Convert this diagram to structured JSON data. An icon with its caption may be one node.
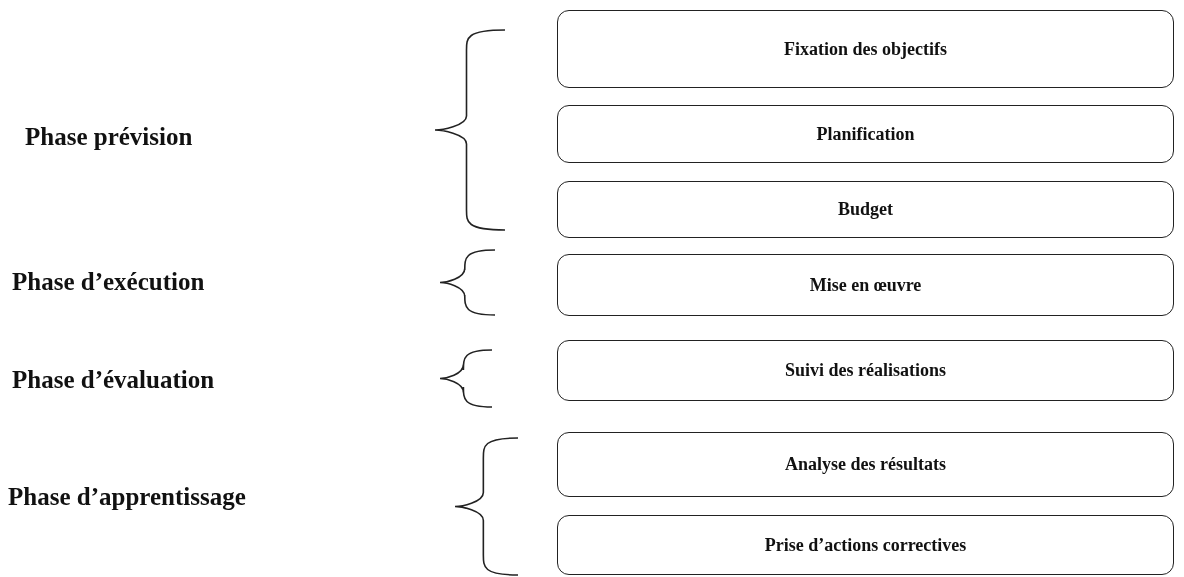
{
  "diagram": {
    "nodes": [
      {
        "text": [
          "Fixation des objectifs"
        ]
      },
      {
        "text": [
          "Planification"
        ]
      },
      {
        "text": [
          "Budget"
        ]
      },
      {
        "text": [
          "Mise en œuvre"
        ]
      },
      {
        "text": [
          "Suivi des réalisations"
        ]
      },
      {
        "text": [
          "Analyse des résultats"
        ]
      },
      {
        "text": [
          "Prise d’actions correctives"
        ]
      }
    ],
    "labels": [
      "Phase prévision",
      "Phase d’exécution",
      "Phase d’évaluation",
      "Phase d’apprentissage"
    ]
  }
}
